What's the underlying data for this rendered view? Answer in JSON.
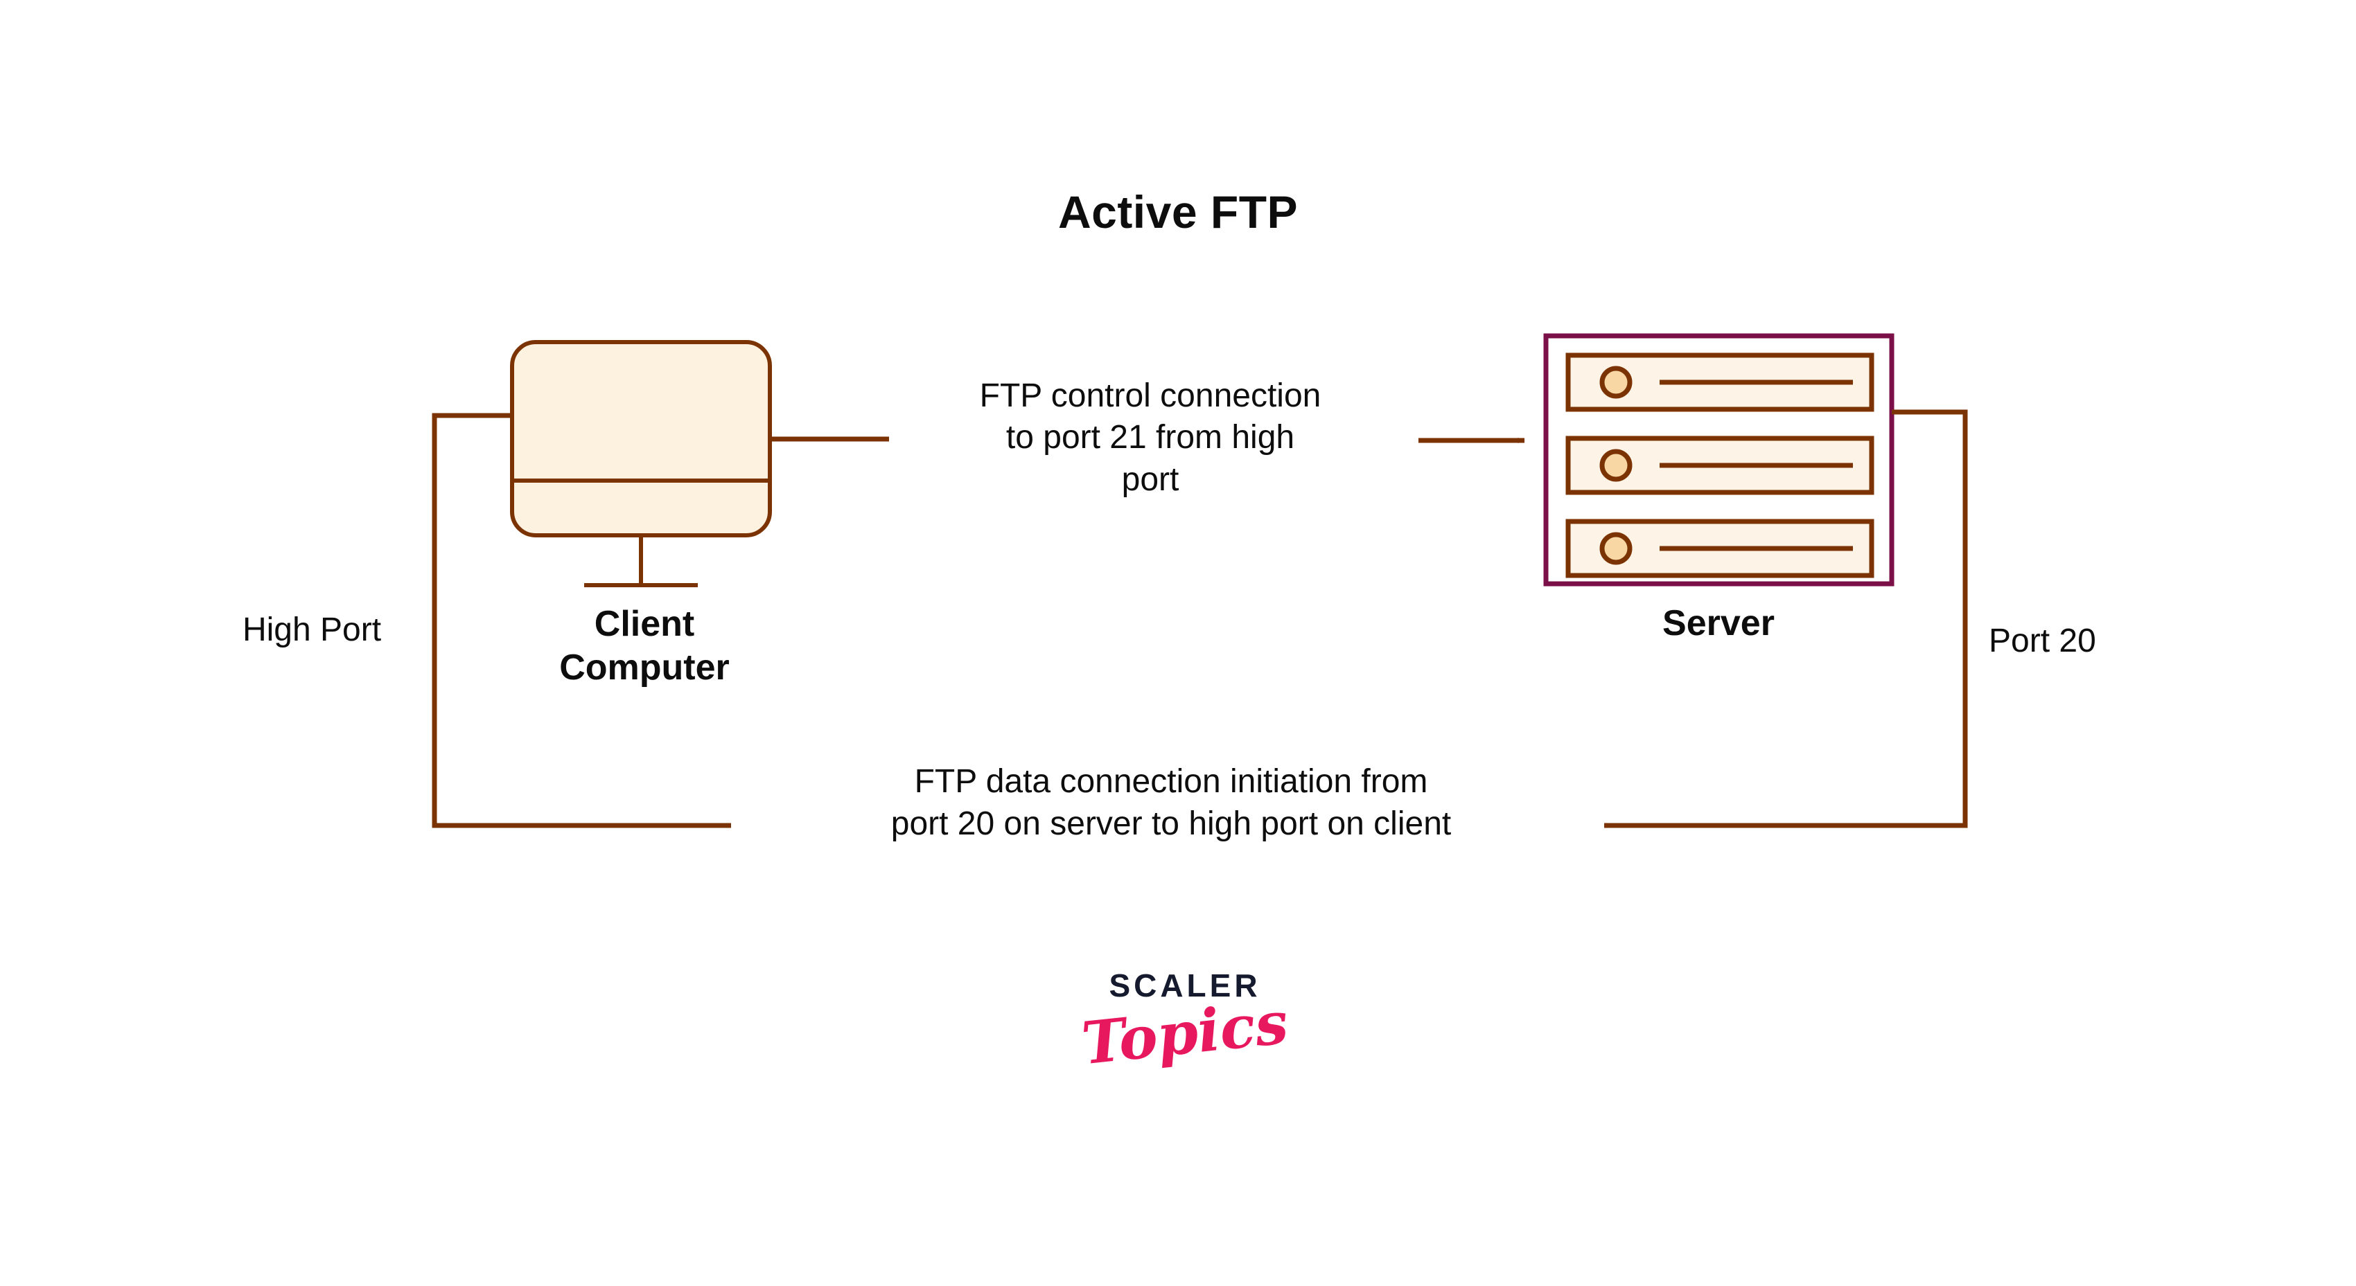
{
  "diagram": {
    "title": "Active FTP",
    "nodes": {
      "client": {
        "label": "Client\nComputer",
        "icon": "desktop-computer-icon"
      },
      "server": {
        "label": "Server",
        "icon": "server-rack-icon",
        "rack_units": 3
      }
    },
    "connections": {
      "control": {
        "label": "FTP control connection\nto port 21 from high\nport",
        "direction": "client-to-server",
        "arrow": true
      },
      "data": {
        "label": "FTP data connection initiation from\nport 20 on server to high port on client",
        "direction": "server-to-client",
        "arrow": false
      }
    },
    "port_labels": {
      "client_port": "High Port",
      "server_port": "Port 20"
    }
  },
  "branding": {
    "name_primary": "SCALER",
    "name_secondary": "Topics"
  },
  "colors": {
    "line_brown": "#7B3304",
    "device_fill": "#FDF1E0",
    "server_purple": "#7B0F47",
    "rack_fill": "#FDF3E7",
    "led_fill": "#F8D7A5",
    "logo_navy": "#151a2e",
    "logo_pink": "#e8185f",
    "background": "#FFFFFF",
    "text": "#0d0d0d"
  }
}
